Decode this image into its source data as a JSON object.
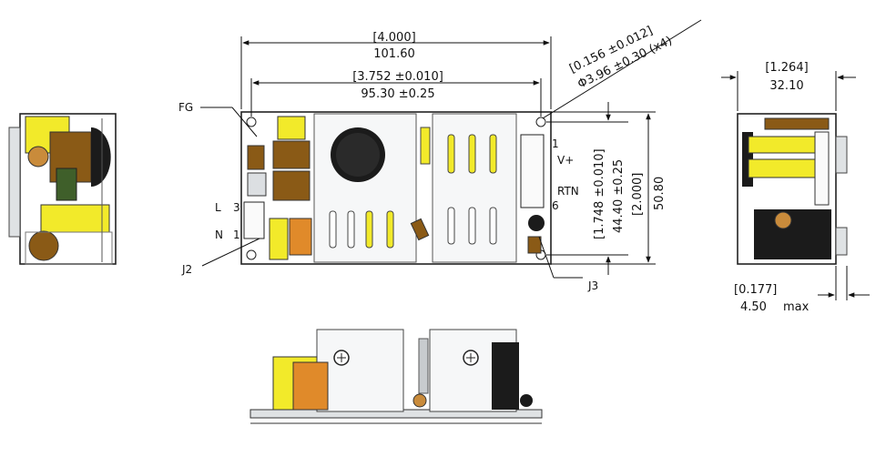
{
  "colors": {
    "pcb": "#e9ecee",
    "heatsink": "#f2f4f6",
    "capacitor_dark": "#1b1b1b",
    "inductor": "#8a5a16",
    "inductor_ring": "#3f5f2a",
    "yellow_part": "#f2ea2a",
    "orange_part": "#e08a2a",
    "connector": "#fafafa",
    "outline": "#222222"
  },
  "top_view": {
    "width_in": "[4.000]",
    "width_mm": "101.60",
    "hole_pitch_in": "[3.752 ±0.010]",
    "hole_pitch_mm": "95.30 ±0.25",
    "hole_dia_in": "[0.156 ±0.012]",
    "hole_dia_mm": "Φ3.96 ±0.30  (x4)",
    "height_pitch_in": "[1.748 ±0.010]",
    "height_pitch_mm": "44.40 ±0.25",
    "height_in": "[2.000]",
    "height_mm": "50.80"
  },
  "labels": {
    "fg": "FG",
    "l": "L",
    "l_pin": "3",
    "n": "N",
    "n_pin": "1",
    "j2": "J2",
    "j3": "J3",
    "pin_1": "1",
    "v_plus": "V+",
    "rtn": "RTN",
    "pin_6": "6"
  },
  "side_view": {
    "depth_in": "[1.264]",
    "depth_mm": "32.10",
    "pin_in": "[0.177]",
    "pin_mm": "4.50",
    "pin_max": "max"
  },
  "icons": [
    "mounting-hole-icon",
    "screw-head-icon"
  ]
}
